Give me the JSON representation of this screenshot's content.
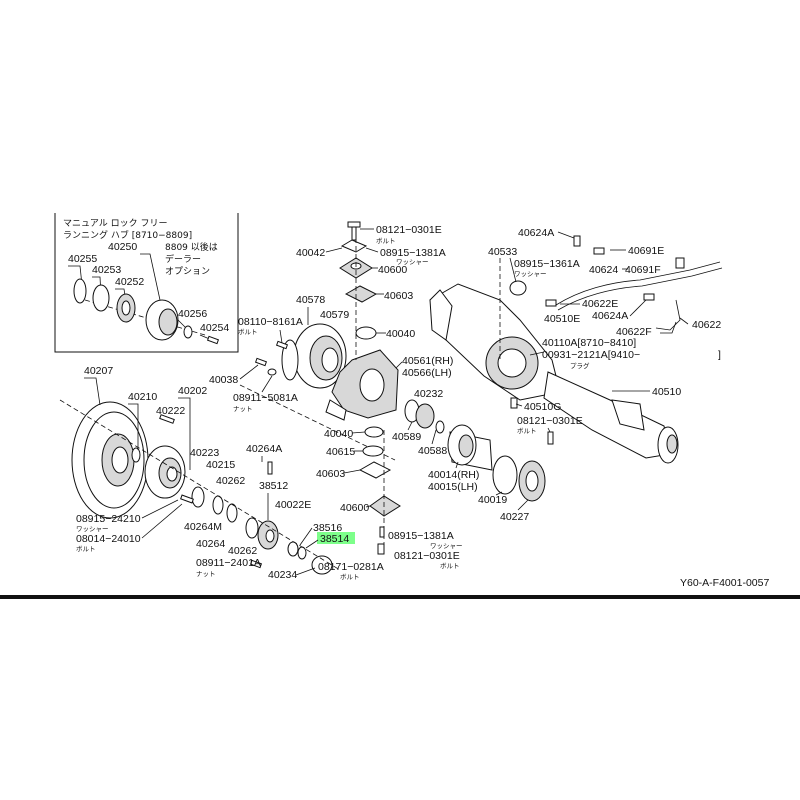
{
  "inset": {
    "title_line1": "マニュアル ロック フリー",
    "title_line2": "ランニング ハブ [8710−8809]",
    "note_line1": "8809 以後は",
    "note_line2": "デーラー",
    "note_line3": "オプション",
    "parts": [
      "40255",
      "40250",
      "40253",
      "40252",
      "40256",
      "40254"
    ]
  },
  "labels": {
    "l_08121_top": "08121−0301E",
    "l_bolt1": "ボルト",
    "l_40042": "40042",
    "l_08915_a": "08915−1381A",
    "l_washer1": "ワッシャー",
    "l_40600_top": "40600",
    "l_40603_top": "40603",
    "l_40578": "40578",
    "l_08110": "08110−8161A",
    "l_bolt2": "ボルト",
    "l_40579": "40579",
    "l_40040_top": "40040",
    "l_40561": "40561(RH)",
    "l_40566": "40566(LH)",
    "l_40038": "40038",
    "l_08911_b": "08911−5081A",
    "l_nut1": "ナット",
    "l_40232": "40232",
    "l_40040_mid": "40040",
    "l_40589": "40589",
    "l_40615": "40615",
    "l_40588": "40588",
    "l_40603_mid": "40603",
    "l_40014": "40014(RH)",
    "l_40015": "40015(LH)",
    "l_40019": "40019",
    "l_40227": "40227",
    "l_40600_mid": "40600",
    "l_08915_b": "08915−1381A",
    "l_washer2": "ワッシャー",
    "l_08121_bot": "08121−0301E",
    "l_bolt3": "ボルト",
    "l_40624A_1": "40624A",
    "l_40533": "40533",
    "l_40691E": "40691E",
    "l_08915_c": "08915−1361A",
    "l_washer3": "ワッシャー",
    "l_40624": "40624",
    "l_40691F": "40691F",
    "l_40622E": "40622E",
    "l_40510E": "40510E",
    "l_40624A_2": "40624A",
    "l_40622F": "40622F",
    "l_40622": "40622",
    "l_40110A": "40110A[8710−8410]",
    "l_00931": "00931−2121A[9410−",
    "l_00931_end": "]",
    "l_plug": "プラグ",
    "l_40510": "40510",
    "l_40510G": "40510G",
    "l_08121_r": "08121−0301E",
    "l_bolt4": "ボルト",
    "l_40207": "40207",
    "l_40210": "40210",
    "l_40202": "40202",
    "l_40222": "40222",
    "l_40223": "40223",
    "l_40215": "40215",
    "l_40262_a": "40262",
    "l_40264A": "40264A",
    "l_38512": "38512",
    "l_40022E": "40022E",
    "l_38516": "38516",
    "l_38514": "38514",
    "l_08915_d": "08915−24210",
    "l_washer4": "ワッシャー",
    "l_08014": "08014−24010",
    "l_bolt5": "ボルト",
    "l_40264M": "40264M",
    "l_40264": "40264",
    "l_40262_b": "40262",
    "l_08911_c": "08911−2401A",
    "l_nut2": "ナット",
    "l_40234": "40234",
    "l_08171": "08171−0281A",
    "l_bolt6": "ボルト",
    "ref_code": "Y60-A-F4001-0057"
  },
  "highlight_color": "#7dff8a"
}
